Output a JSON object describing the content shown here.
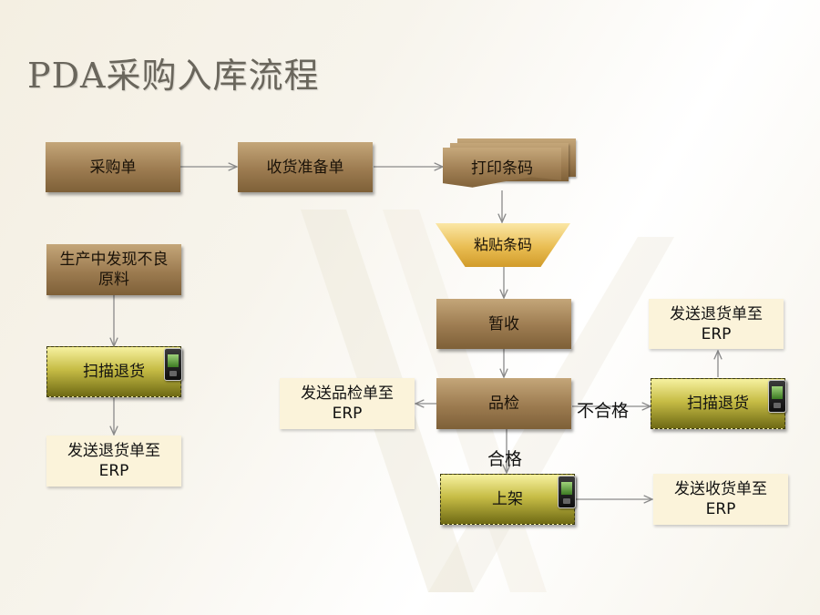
{
  "title": "PDA采购入库流程",
  "nodes": {
    "purchase_order": "采购单",
    "receiving_prep": "收货准备单",
    "print_barcode": "打印条码",
    "paste_barcode": "粘贴条码",
    "temp_receive": "暂收",
    "quality_check": "品检",
    "send_qc_erp": "发送品检单至ERP",
    "scan_return_right": "扫描退货",
    "send_return_erp_right": "发送退货单至ERP",
    "shelve": "上架",
    "send_receipt_erp": "发送收货单至ERP",
    "defect_found": "生产中发现不良原料",
    "scan_return_left": "扫描退货",
    "send_return_erp_left": "发送退货单至ERP"
  },
  "edge_labels": {
    "fail": "不合格",
    "pass": "合格"
  }
}
